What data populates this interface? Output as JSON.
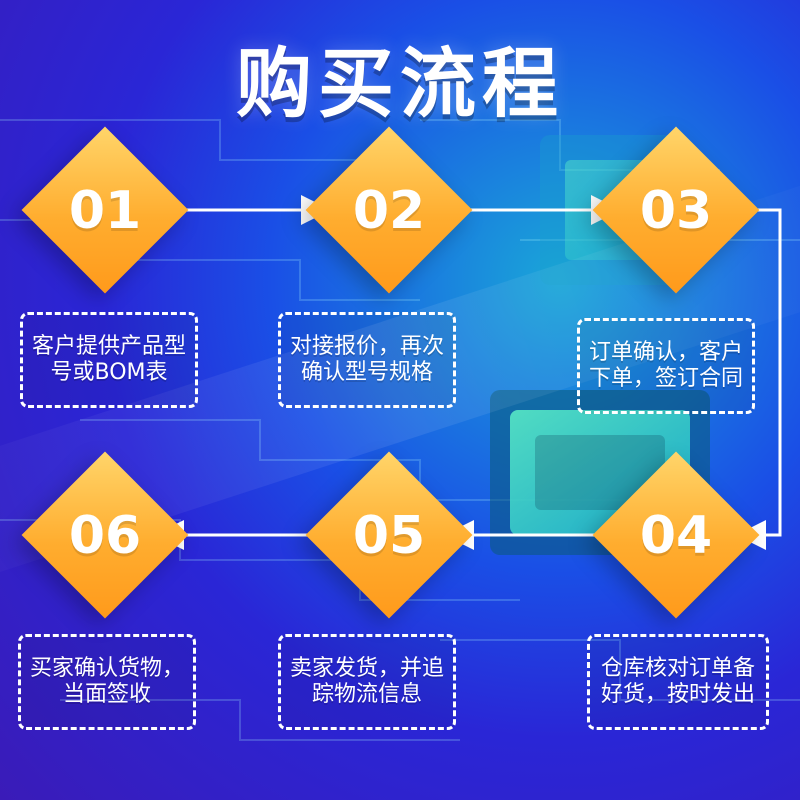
{
  "title": "购买流程",
  "steps": [
    {
      "num": "01",
      "text": "客户提供产品型号或BOM表"
    },
    {
      "num": "02",
      "text": "对接报价，再次确认型号规格"
    },
    {
      "num": "03",
      "text": "订单确认，客户下单，签订合同"
    },
    {
      "num": "04",
      "text": "仓库核对订单备好货，按时发出"
    },
    {
      "num": "05",
      "text": "卖家发货，并追踪物流信息"
    },
    {
      "num": "06",
      "text": "买家确认货物，当面签收"
    }
  ],
  "colors": {
    "diamond": "#ffad2f",
    "text": "#ffffff",
    "line": "#ffffff"
  }
}
